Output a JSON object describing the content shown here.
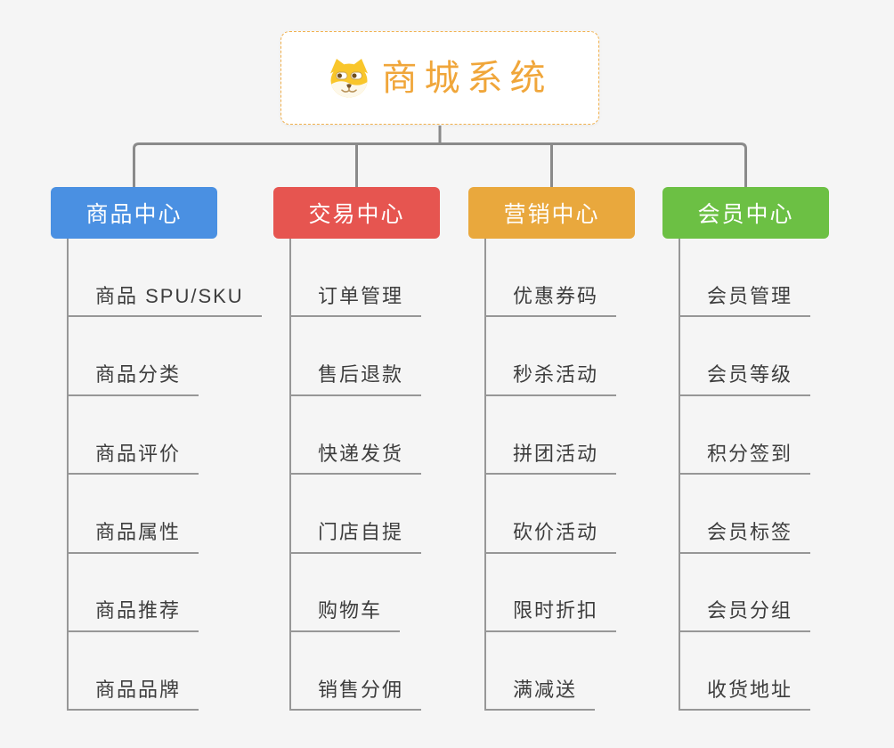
{
  "root": {
    "title": "商城系统",
    "icon": "dog-face-icon"
  },
  "branches": [
    {
      "id": "product-center",
      "label": "商品中心",
      "color": "#4a90e2",
      "items": [
        "商品 SPU/SKU",
        "商品分类",
        "商品评价",
        "商品属性",
        "商品推荐",
        "商品品牌"
      ]
    },
    {
      "id": "trade-center",
      "label": "交易中心",
      "color": "#e65550",
      "items": [
        "订单管理",
        "售后退款",
        "快递发货",
        "门店自提",
        "购物车",
        "销售分佣"
      ]
    },
    {
      "id": "marketing-center",
      "label": "营销中心",
      "color": "#e9a83d",
      "items": [
        "优惠券码",
        "秒杀活动",
        "拼团活动",
        "砍价活动",
        "限时折扣",
        "满减送"
      ]
    },
    {
      "id": "member-center",
      "label": "会员中心",
      "color": "#6cc044",
      "items": [
        "会员管理",
        "会员等级",
        "积分签到",
        "会员标签",
        "会员分组",
        "收货地址"
      ]
    }
  ],
  "colors": {
    "background": "#f5f5f5",
    "connector": "#8a8a8a",
    "item_line": "#979797",
    "item_text": "#3d3d3d",
    "root_border": "#f1b04c",
    "root_text": "#f0a63a",
    "header_text": "#ffffff"
  }
}
